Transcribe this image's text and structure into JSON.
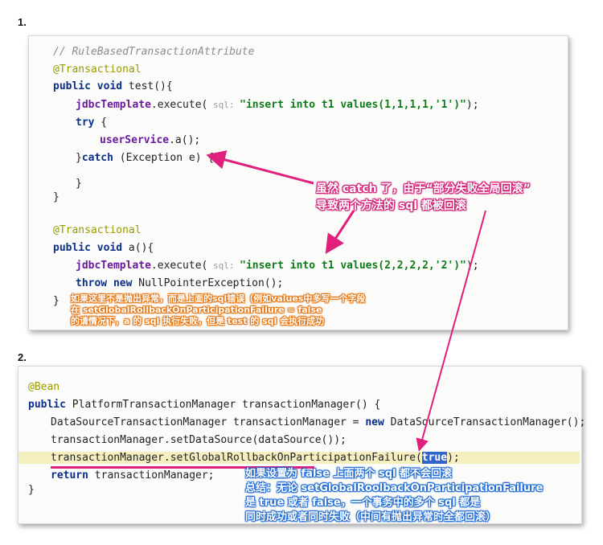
{
  "section1": {
    "label": "1."
  },
  "section2": {
    "label": "2."
  },
  "code1": {
    "comment": "// RuleBasedTransactionAttribute",
    "ann1": "@Transactional",
    "kw_public_void": "public void",
    "m_test": " test(){",
    "jdbc": "jdbcTemplate",
    "execute_open": ".execute(",
    "sql_hint": " sql: ",
    "sql1": "\"insert into t1 values(1,1,1,1,'1')\"",
    "close_paren": ");",
    "kw_try": "try",
    "brace_open": " {",
    "userService": "userService",
    "call_a": ".a();",
    "brace_close_pre": "}",
    "kw_catch": "catch",
    "catch_rest": " (Exception e) {",
    "brace_close": "}",
    "ann2": "@Transactional",
    "m_a": " a(){",
    "sql2": "\"insert into t1 values(2,2,2,2,'2')\"",
    "throw_kw": "throw new",
    "throw_rest": " NullPointerException();",
    "final_brace": "}"
  },
  "code2": {
    "bean": "@Bean",
    "kw_public": "public",
    "sig_rest": " PlatformTransactionManager transactionManager() {",
    "decl_a": "DataSourceTransactionManager transactionManager = ",
    "kw_new": "new",
    "decl_b": " DataSourceTransactionManager();",
    "set_ds": "transactionManager.setDataSource(dataSource());",
    "set_global": "transactionManager.setGlobalRollbackOnParticipationFailure(",
    "true_val": "true",
    "set_global_end": ");",
    "kw_return": "return",
    "return_rest": " transactionManager;",
    "close": "}"
  },
  "notes": {
    "pink_line1": "虽然 catch 了，由于“部分失败全局回滚”",
    "pink_line2": "导致两个方法的 sql 都被回滚",
    "orange_line1": "如果这里不是抛出异常，而是上面的sql错误（例如values中多写一个字段",
    "orange_line2": "在 setGlobalRollbackOnParticipationFailure = false",
    "orange_line3": "的请情况下，a 的 sql 执行失败，但是 test 的 sql 会执行成功",
    "blue_line1": "如果设置为 false 上面两个 sql 都不会回滚",
    "blue_line2": "总结：无论 setGlobalRoolbackOnParticipationFailure",
    "blue_line3": "是 true 或者 false，一个事务中的多个 sql 都是",
    "blue_line4": "同时成功或者同时失败（中间有抛出异常时全都回滚）"
  },
  "colors": {
    "pink": "#e0207c",
    "orange": "#f07a10",
    "blue": "#1c6fe0",
    "underline": "#e0207c"
  }
}
